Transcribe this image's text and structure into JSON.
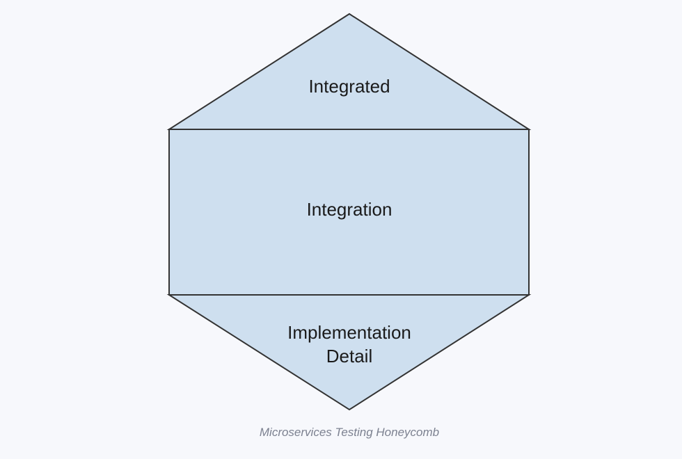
{
  "figure": {
    "caption": "Microservices Testing Honeycomb",
    "background_color": "#f7f8fc",
    "shape_fill_color": "#cedfef",
    "shape_stroke_color": "#333333",
    "label_text_color": "#1a1a1a",
    "caption_text_color": "#7c8190"
  },
  "honeycomb": {
    "shape": "hexagon",
    "bands": [
      {
        "id": "top",
        "label": "Integrated",
        "region": "upper-triangle"
      },
      {
        "id": "middle",
        "label": "Integration",
        "region": "center-rectangle"
      },
      {
        "id": "bottom",
        "label_line_1": "Implementation",
        "label_line_2": "Detail",
        "region": "lower-triangle"
      }
    ]
  },
  "chart_data": {
    "type": "diagram",
    "title": "Microservices Testing Honeycomb",
    "categories": [
      "Integrated",
      "Integration",
      "Implementation Detail"
    ],
    "values": [
      1,
      3,
      1
    ],
    "notes": "Hexagonal honeycomb split into three horizontal bands; the wide central Integration band dominates, flanked by narrower Integrated (top) and Implementation Detail (bottom) triangular bands."
  }
}
